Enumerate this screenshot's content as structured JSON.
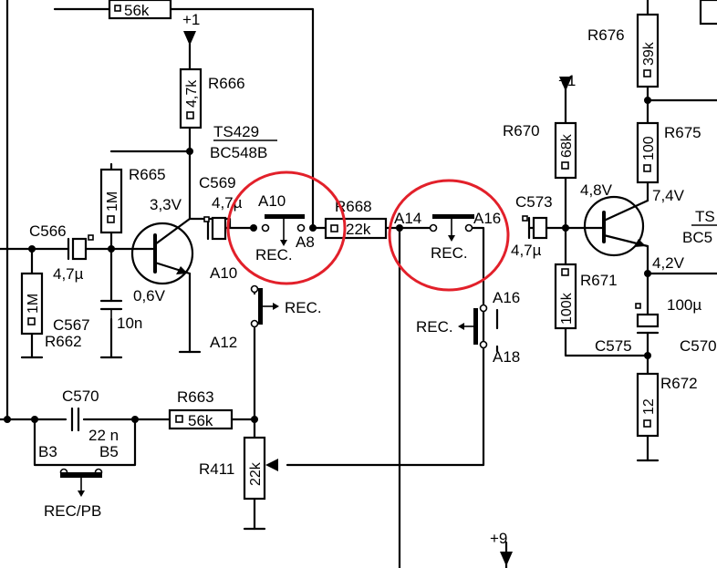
{
  "resistors": {
    "r_top": {
      "name": "",
      "value": "56k"
    },
    "r666": {
      "name": "R666",
      "value": "4,7k"
    },
    "r665": {
      "name": "R665",
      "value": "1M"
    },
    "r662": {
      "name": "R662",
      "value": "1M"
    },
    "r668": {
      "name": "R668",
      "value": "22k"
    },
    "r663": {
      "name": "R663",
      "value": "56k"
    },
    "r411": {
      "name": "R411",
      "value": "22k"
    },
    "r670": {
      "name": "R670",
      "value": "68k"
    },
    "r676": {
      "name": "R676",
      "value": "39k"
    },
    "r675": {
      "name": "R675",
      "value": "100"
    },
    "r671": {
      "name": "R671",
      "value": "100k"
    },
    "r672": {
      "name": "R672",
      "value": "12"
    }
  },
  "capacitors": {
    "c566": {
      "name": "C566",
      "value": "4,7µ"
    },
    "c567": {
      "name": "C567",
      "value": "10n"
    },
    "c569": {
      "name": "C569",
      "value": "4,7µ"
    },
    "c570": {
      "name": "C570",
      "value": "22 n"
    },
    "c573": {
      "name": "C573",
      "value": "4,7µ"
    },
    "c575": {
      "name": "C575",
      "value": "100µ"
    },
    "c57x": {
      "name": "C570"
    }
  },
  "transistors": {
    "ts429": {
      "name": "TS429",
      "type": "BC548B"
    },
    "ts_right": {
      "name": "TS",
      "type": "BC5"
    }
  },
  "voltages": {
    "v1": "3,3V",
    "v2": "0,6V",
    "v3": "4,8V",
    "v4": "7,4V",
    "v5": "4,2V"
  },
  "supplies": {
    "p1_left": "+1",
    "p1_mid": "+1",
    "p9": "+9"
  },
  "switches": {
    "a10_top": "A10",
    "a8": "A8",
    "a10": "A10",
    "a12": "A12",
    "a14": "A14",
    "a16_top": "A16",
    "a16": "A16",
    "a18": "A18",
    "b3": "B3",
    "b5": "B5",
    "rec": "REC.",
    "rec_pb": "REC/PB"
  },
  "highlight_color": "#e2202a"
}
